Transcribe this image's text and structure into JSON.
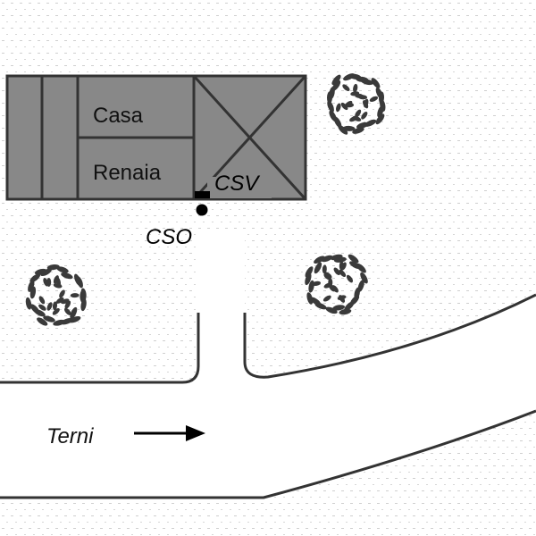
{
  "labels": {
    "building_line1": "Casa",
    "building_line2": "Renaia",
    "csv": "CSV",
    "cso": "CSO",
    "direction": "Terni"
  },
  "colors": {
    "building_fill": "#888888",
    "outline": "#333333",
    "dot_pattern": "#cfcfcf",
    "tree": "#3a3a3a",
    "background": "#ffffff"
  },
  "icons": {
    "tree": "tree-icon",
    "arrow": "arrow-right-icon",
    "marker_point": "point-marker-icon",
    "marker_bar": "bar-marker-icon"
  }
}
